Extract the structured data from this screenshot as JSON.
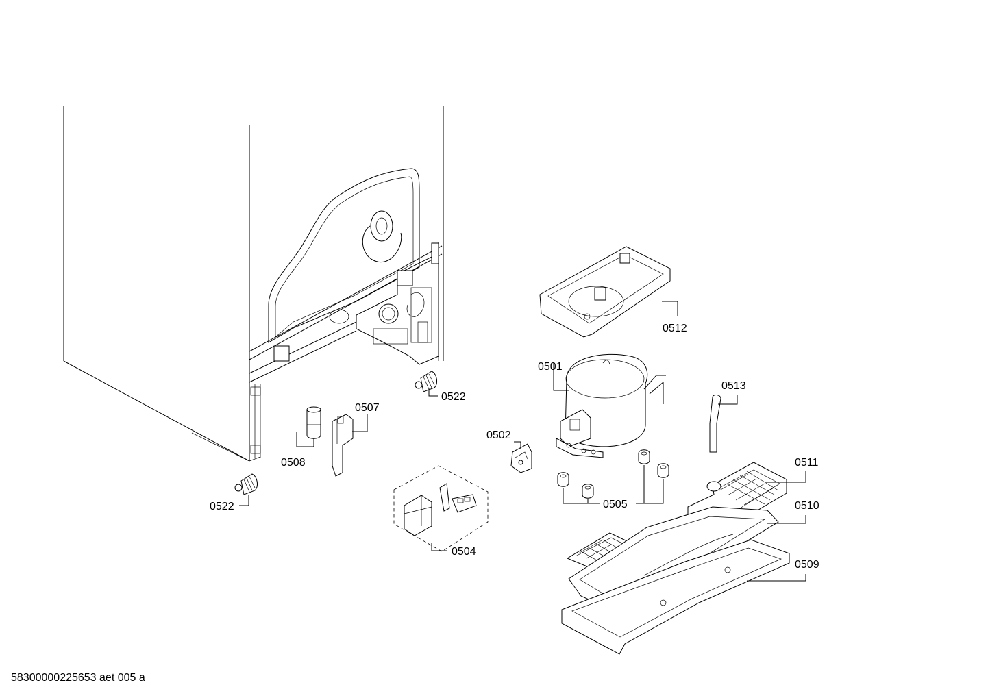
{
  "callouts": {
    "c0501": "0501",
    "c0502": "0502",
    "c0504": "0504",
    "c0505": "0505",
    "c0507": "0507",
    "c0508": "0508",
    "c0509": "0509",
    "c0510": "0510",
    "c0511": "0511",
    "c0512": "0512",
    "c0513": "0513",
    "c0522a": "0522",
    "c0522b": "0522"
  },
  "footer": "58300000225653 aet 005 a"
}
